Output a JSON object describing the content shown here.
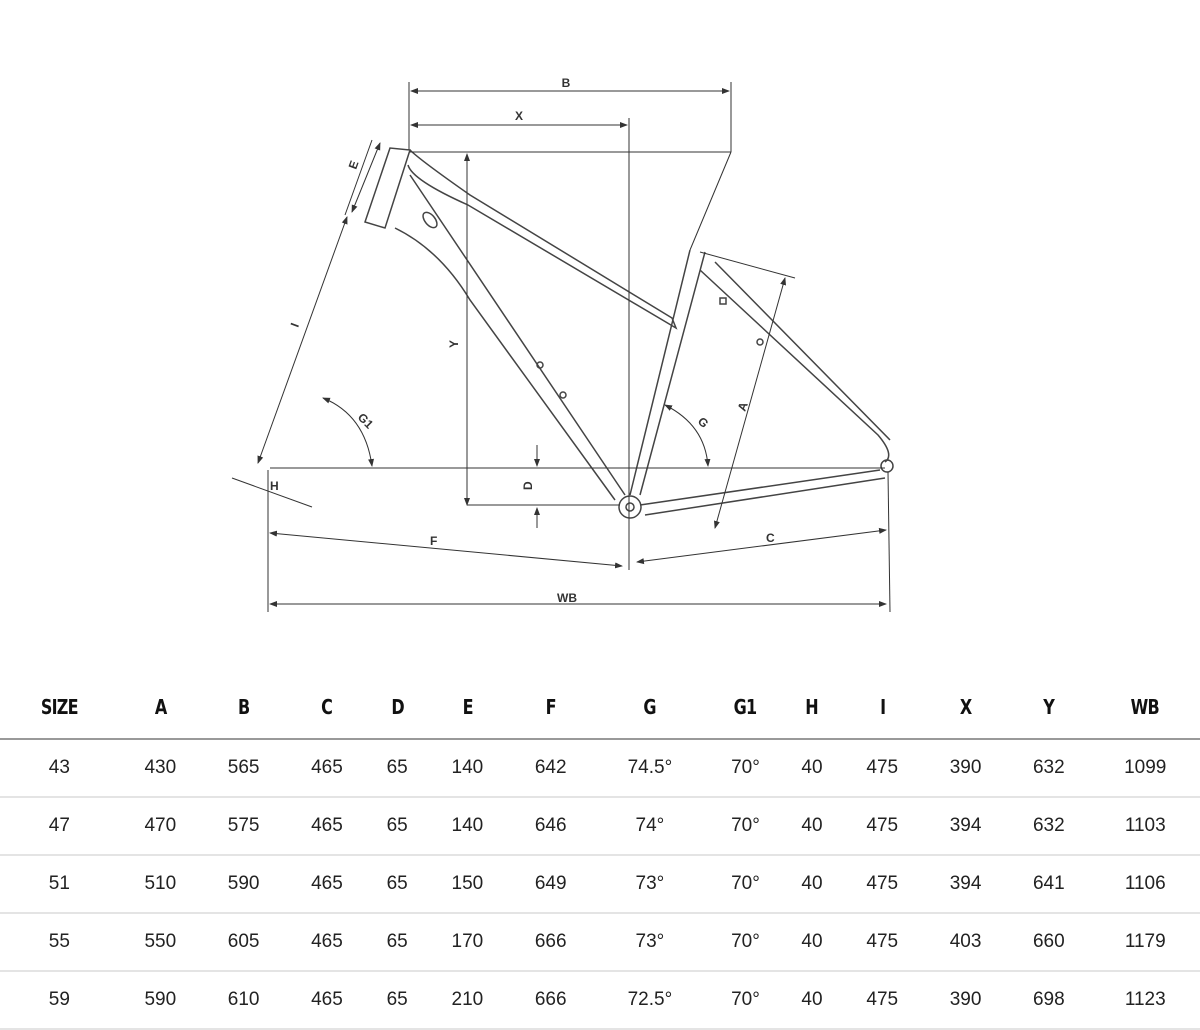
{
  "diagram": {
    "labels": {
      "B": "B",
      "X": "X",
      "E": "E",
      "I": "I",
      "Y": "Y",
      "G1": "G1",
      "D": "D",
      "H": "H",
      "F": "F",
      "G": "G",
      "A": "A",
      "C": "C",
      "WB": "WB"
    }
  },
  "table": {
    "headers": [
      "SIZE",
      "A",
      "B",
      "C",
      "D",
      "E",
      "F",
      "G",
      "G1",
      "H",
      "I",
      "X",
      "Y",
      "WB"
    ],
    "rows": [
      [
        "43",
        "430",
        "565",
        "465",
        "65",
        "140",
        "642",
        "74.5°",
        "70°",
        "40",
        "475",
        "390",
        "632",
        "1099"
      ],
      [
        "47",
        "470",
        "575",
        "465",
        "65",
        "140",
        "646",
        "74°",
        "70°",
        "40",
        "475",
        "394",
        "632",
        "1103"
      ],
      [
        "51",
        "510",
        "590",
        "465",
        "65",
        "150",
        "649",
        "73°",
        "70°",
        "40",
        "475",
        "394",
        "641",
        "1106"
      ],
      [
        "55",
        "550",
        "605",
        "465",
        "65",
        "170",
        "666",
        "73°",
        "70°",
        "40",
        "475",
        "403",
        "660",
        "1179"
      ],
      [
        "59",
        "590",
        "610",
        "465",
        "65",
        "210",
        "666",
        "72.5°",
        "70°",
        "40",
        "475",
        "390",
        "698",
        "1123"
      ]
    ]
  }
}
